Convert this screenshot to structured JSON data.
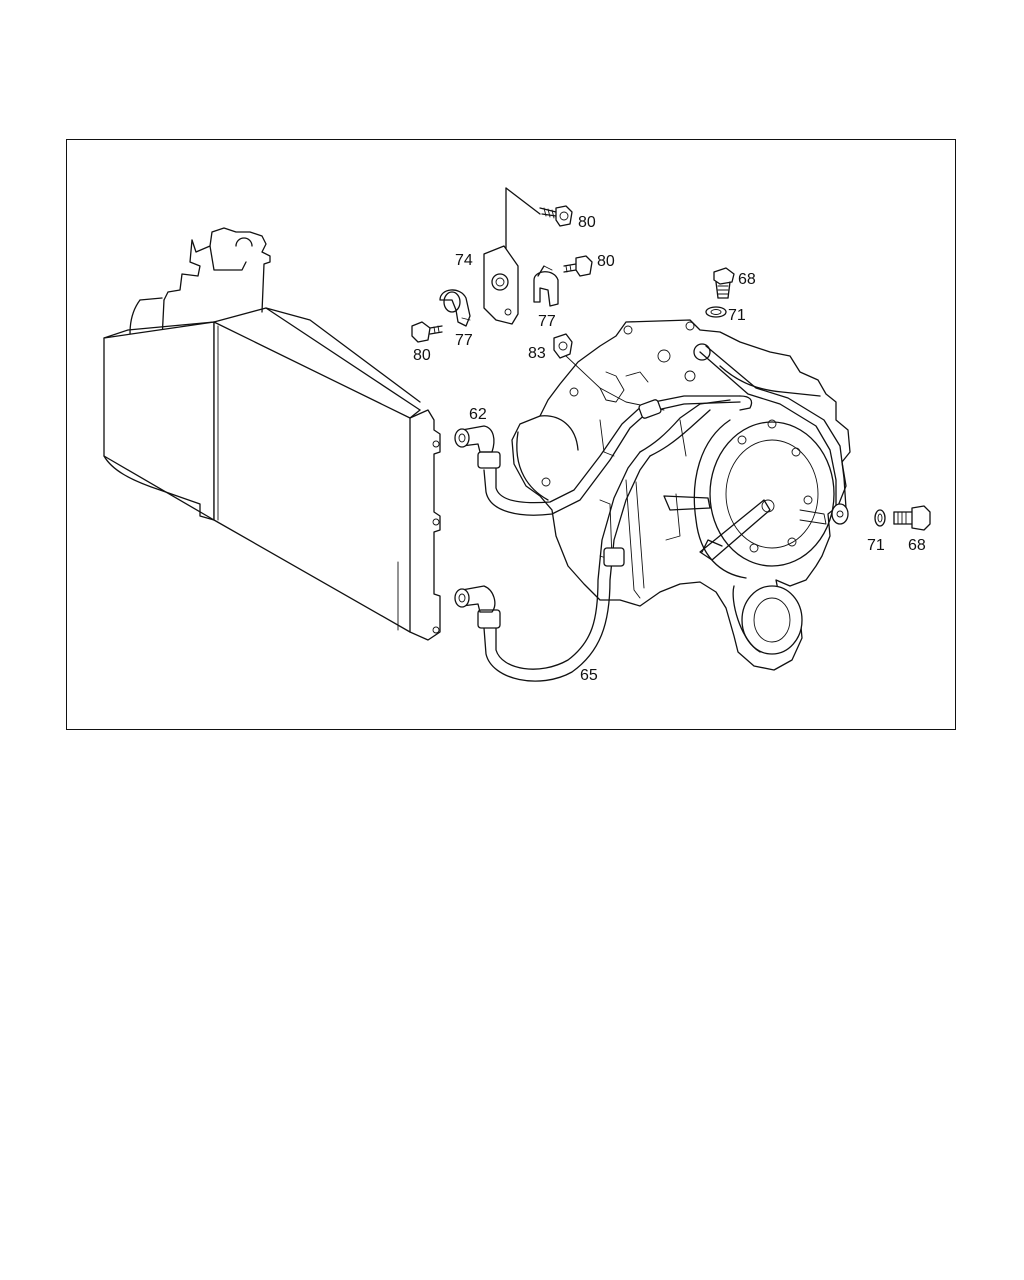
{
  "diagram": {
    "colors": {
      "line": "#111111",
      "background": "#ffffff"
    },
    "callouts": {
      "c80a": "80",
      "c80b": "80",
      "c80c": "80",
      "c74": "74",
      "c77a": "77",
      "c77b": "77",
      "c68a": "68",
      "c71a": "71",
      "c83": "83",
      "c62": "62",
      "c71b": "71",
      "c68b": "68",
      "c65": "65"
    }
  }
}
